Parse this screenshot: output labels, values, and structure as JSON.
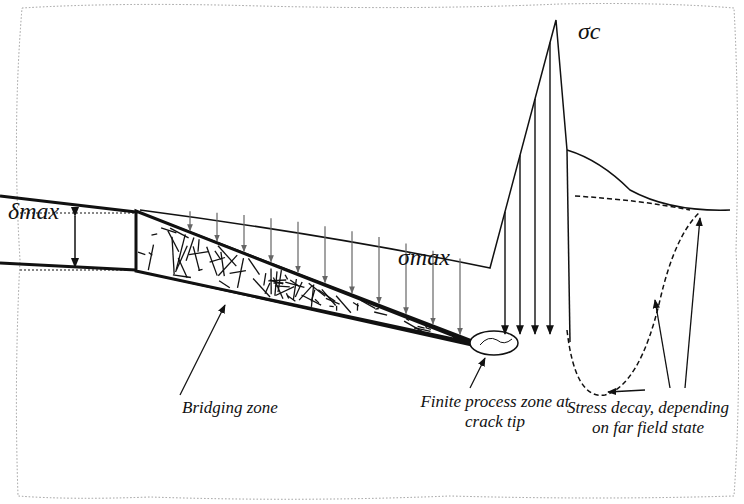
{
  "diagram": {
    "labels": [
      "σc",
      "σmax",
      "δmax",
      "Bridging zone",
      "Finite process zone at crack tip",
      "Stress decay, depending on far field state"
    ]
  }
}
